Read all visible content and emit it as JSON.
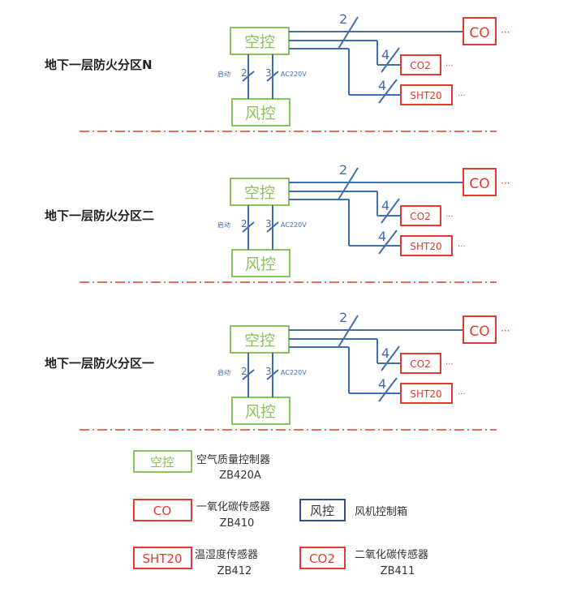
{
  "colors": {
    "controller_green": "#8ac25b",
    "sensor_red": "#e03a32",
    "wire_blue": "#3f6db2",
    "fan_box_blue": "#2f4f8f",
    "divider_red": "#e03a32",
    "title_text": "#222222"
  },
  "zones": [
    {
      "title": "地下一层防火分区N",
      "air_controller": "空控",
      "fan_controller": "风控",
      "start_label": "启动",
      "start_count": "2",
      "power_count": "3",
      "power_label": "AC220V",
      "bus_count": "2",
      "co": {
        "label": "CO",
        "more": "···"
      },
      "co2": {
        "count": "4",
        "label": "CO2",
        "more": "···"
      },
      "sht": {
        "count": "4",
        "label": "SHT20",
        "more": "···"
      }
    },
    {
      "title": "地下一层防火分区二",
      "air_controller": "空控",
      "fan_controller": "风控",
      "start_label": "启动",
      "start_count": "2",
      "power_count": "3",
      "power_label": "AC220V",
      "bus_count": "2",
      "co": {
        "label": "CO",
        "more": "···"
      },
      "co2": {
        "count": "4",
        "label": "CO2",
        "more": "···"
      },
      "sht": {
        "count": "4",
        "label": "SHT20",
        "more": "···"
      }
    },
    {
      "title": "地下一层防火分区一",
      "air_controller": "空控",
      "fan_controller": "风控",
      "start_label": "启动",
      "start_count": "2",
      "power_count": "3",
      "power_label": "AC220V",
      "bus_count": "2",
      "co": {
        "label": "CO",
        "more": "···"
      },
      "co2": {
        "count": "4",
        "label": "CO2",
        "more": "···"
      },
      "sht": {
        "count": "4",
        "label": "SHT20",
        "more": "···"
      }
    }
  ],
  "legend": {
    "air_controller": {
      "symbol": "空控",
      "name": "空气质量控制器",
      "model": "ZB420A"
    },
    "co_sensor": {
      "symbol": "CO",
      "name": "一氧化碳传感器",
      "model": "ZB410"
    },
    "fan_controller": {
      "symbol": "风控",
      "name": "风机控制箱"
    },
    "sht_sensor": {
      "symbol": "SHT20",
      "name": "温湿度传感器",
      "model": "ZB412"
    },
    "co2_sensor": {
      "symbol": "CO2",
      "name": "二氧化碳传感器",
      "model": "ZB411"
    }
  }
}
